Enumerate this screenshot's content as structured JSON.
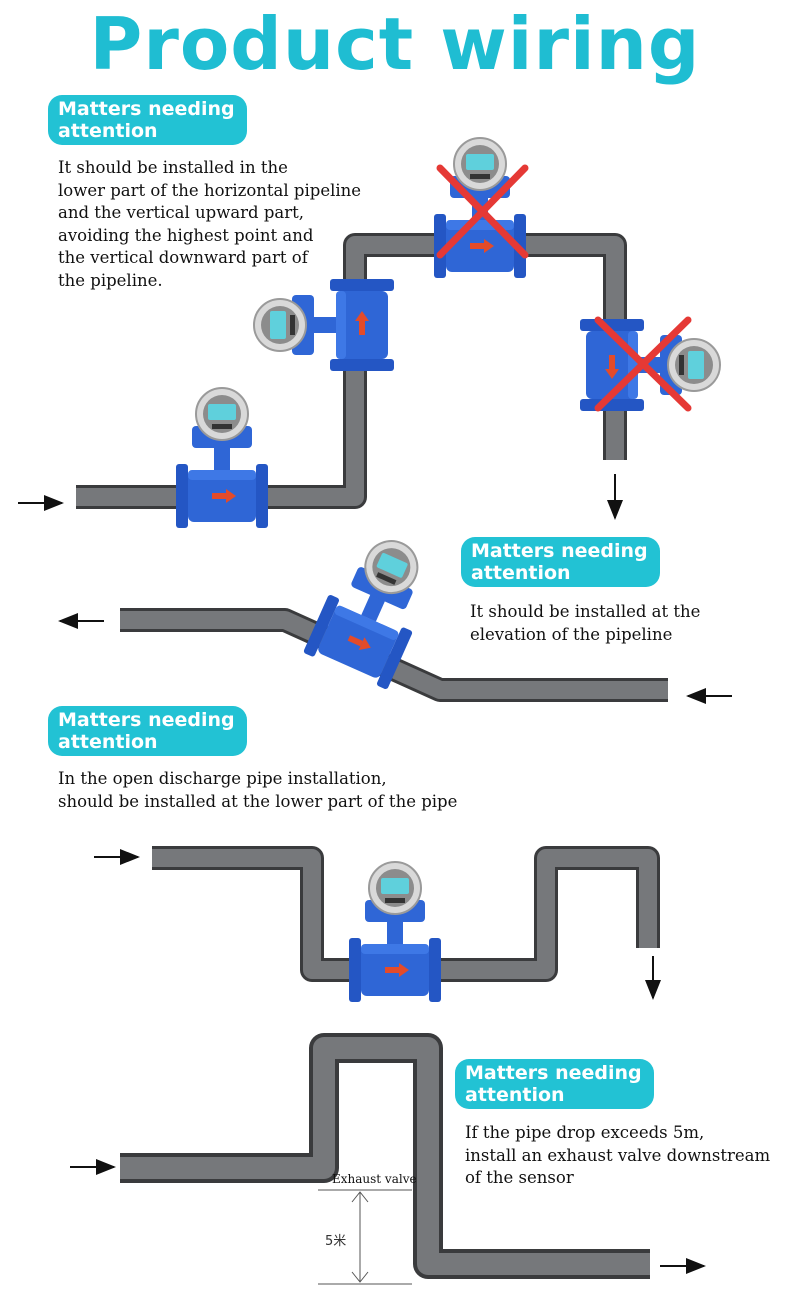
{
  "title": "Product wiring",
  "sections": [
    {
      "badge_line1": "Matters needing",
      "badge_line2": "attention",
      "note": "It should be installed in the\nlower part of the horizontal pipeline\nand the vertical upward part,\navoiding the highest point and\nthe vertical downward part of\nthe pipeline."
    },
    {
      "badge_line1": "Matters needing",
      "badge_line2": "attention",
      "note": "It should be installed at the\nelevation of the pipeline"
    },
    {
      "badge_line1": "Matters needing",
      "badge_line2": "attention",
      "note": "In the open discharge pipe installation,\nshould be installed at the lower part of the pipe"
    },
    {
      "badge_line1": "Matters needing",
      "badge_line2": "attention",
      "note": "If the pipe drop exceeds 5m,\ninstall an exhaust valve downstream\nof the sensor"
    }
  ],
  "labels": {
    "exhaust_valve": "Exhaust valve",
    "height": "5米"
  },
  "colors": {
    "accent": "#1fbdd2",
    "pipe": "#6b6d70",
    "meter_body": "#2a5fc8",
    "wrong_mark": "#e53935"
  },
  "icons": [
    "flow-arrow-icon",
    "wrong-mark-icon",
    "flowmeter-icon"
  ]
}
